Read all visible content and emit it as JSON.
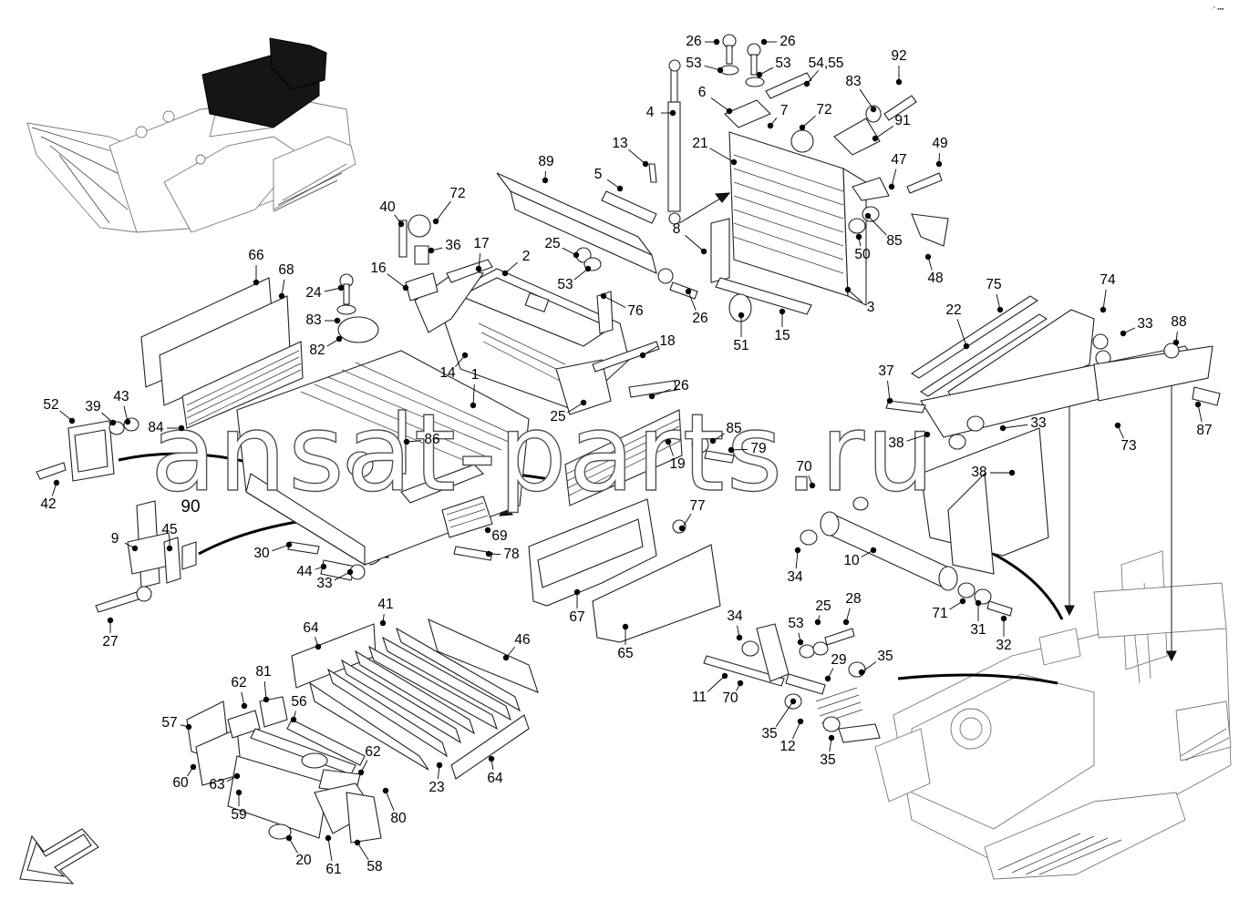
{
  "watermark": "ansat-parts.ru",
  "corner_mark": "·° ▪▪▪",
  "callouts": [
    {
      "id": "c1",
      "text": "26"
    },
    {
      "id": "c2",
      "text": "26"
    },
    {
      "id": "c3",
      "text": "53"
    },
    {
      "id": "c4",
      "text": "53"
    },
    {
      "id": "c5",
      "text": "54,55"
    },
    {
      "id": "c6",
      "text": "92"
    },
    {
      "id": "c7",
      "text": "6"
    },
    {
      "id": "c8",
      "text": "83"
    },
    {
      "id": "c9",
      "text": "4"
    },
    {
      "id": "c10",
      "text": "7"
    },
    {
      "id": "c11",
      "text": "72"
    },
    {
      "id": "c12",
      "text": "91"
    },
    {
      "id": "c13",
      "text": "13"
    },
    {
      "id": "c14",
      "text": "21"
    },
    {
      "id": "c15",
      "text": "49"
    },
    {
      "id": "c16",
      "text": "89"
    },
    {
      "id": "c17",
      "text": "47"
    },
    {
      "id": "c18",
      "text": "5"
    },
    {
      "id": "c19",
      "text": "72"
    },
    {
      "id": "c20",
      "text": "40"
    },
    {
      "id": "c21",
      "text": "36"
    },
    {
      "id": "c22",
      "text": "17"
    },
    {
      "id": "c23",
      "text": "25"
    },
    {
      "id": "c24",
      "text": "8"
    },
    {
      "id": "c25",
      "text": "50"
    },
    {
      "id": "c26",
      "text": "85"
    },
    {
      "id": "c27",
      "text": "48"
    },
    {
      "id": "c28",
      "text": "66"
    },
    {
      "id": "c29",
      "text": "68"
    },
    {
      "id": "c30",
      "text": "16"
    },
    {
      "id": "c31",
      "text": "2"
    },
    {
      "id": "c32",
      "text": "24"
    },
    {
      "id": "c33",
      "text": "53"
    },
    {
      "id": "c34",
      "text": "76"
    },
    {
      "id": "c35",
      "text": "26"
    },
    {
      "id": "c36",
      "text": "3"
    },
    {
      "id": "c37",
      "text": "75"
    },
    {
      "id": "c38",
      "text": "74"
    },
    {
      "id": "c39",
      "text": "83"
    },
    {
      "id": "c40",
      "text": "51"
    },
    {
      "id": "c41",
      "text": "15"
    },
    {
      "id": "c42",
      "text": "22"
    },
    {
      "id": "c43",
      "text": "33"
    },
    {
      "id": "c44",
      "text": "88"
    },
    {
      "id": "c45",
      "text": "82"
    },
    {
      "id": "c46",
      "text": "18"
    },
    {
      "id": "c47",
      "text": "14"
    },
    {
      "id": "c48",
      "text": "37"
    },
    {
      "id": "c49",
      "text": "26"
    },
    {
      "id": "c50",
      "text": "1"
    },
    {
      "id": "c51",
      "text": "43"
    },
    {
      "id": "c52",
      "text": "39"
    },
    {
      "id": "c53",
      "text": "52"
    },
    {
      "id": "c54",
      "text": "25"
    },
    {
      "id": "c55",
      "text": "87"
    },
    {
      "id": "c56",
      "text": "84"
    },
    {
      "id": "c57",
      "text": "33"
    },
    {
      "id": "c58",
      "text": "86"
    },
    {
      "id": "c59",
      "text": "85"
    },
    {
      "id": "c60",
      "text": "79"
    },
    {
      "id": "c61",
      "text": "38"
    },
    {
      "id": "c62",
      "text": "73"
    },
    {
      "id": "c63",
      "text": "19"
    },
    {
      "id": "c64",
      "text": "38"
    },
    {
      "id": "c65",
      "text": "70"
    },
    {
      "id": "c66",
      "text": "42"
    },
    {
      "id": "c67",
      "text": "90"
    },
    {
      "id": "c68",
      "text": "77"
    },
    {
      "id": "c69",
      "text": "9"
    },
    {
      "id": "c70",
      "text": "45"
    },
    {
      "id": "c71",
      "text": "69"
    },
    {
      "id": "c72",
      "text": "30"
    },
    {
      "id": "c73",
      "text": "78"
    },
    {
      "id": "c74",
      "text": "44"
    },
    {
      "id": "c75",
      "text": "33"
    },
    {
      "id": "c76",
      "text": "34"
    },
    {
      "id": "c77",
      "text": "10"
    },
    {
      "id": "c78",
      "text": "67"
    },
    {
      "id": "c79",
      "text": "27"
    },
    {
      "id": "c80",
      "text": "65"
    },
    {
      "id": "c81",
      "text": "71"
    },
    {
      "id": "c82",
      "text": "31"
    },
    {
      "id": "c83",
      "text": "32"
    },
    {
      "id": "c84",
      "text": "25"
    },
    {
      "id": "c85",
      "text": "28"
    },
    {
      "id": "c86",
      "text": "41"
    },
    {
      "id": "c87",
      "text": "34"
    },
    {
      "id": "c88",
      "text": "53"
    },
    {
      "id": "c89",
      "text": "64"
    },
    {
      "id": "c90",
      "text": "46"
    },
    {
      "id": "c91",
      "text": "29"
    },
    {
      "id": "c92",
      "text": "35"
    },
    {
      "id": "c93",
      "text": "62"
    },
    {
      "id": "c94",
      "text": "81"
    },
    {
      "id": "c95",
      "text": "11"
    },
    {
      "id": "c96",
      "text": "70"
    },
    {
      "id": "c97",
      "text": "56"
    },
    {
      "id": "c98",
      "text": "57"
    },
    {
      "id": "c99",
      "text": "35"
    },
    {
      "id": "c100",
      "text": "12"
    },
    {
      "id": "c101",
      "text": "62"
    },
    {
      "id": "c102",
      "text": "35"
    },
    {
      "id": "c103",
      "text": "60"
    },
    {
      "id": "c104",
      "text": "63"
    },
    {
      "id": "c105",
      "text": "23"
    },
    {
      "id": "c106",
      "text": "64"
    },
    {
      "id": "c107",
      "text": "59"
    },
    {
      "id": "c108",
      "text": "80"
    },
    {
      "id": "c109",
      "text": "20"
    },
    {
      "id": "c110",
      "text": "61"
    },
    {
      "id": "c111",
      "text": "58"
    }
  ]
}
